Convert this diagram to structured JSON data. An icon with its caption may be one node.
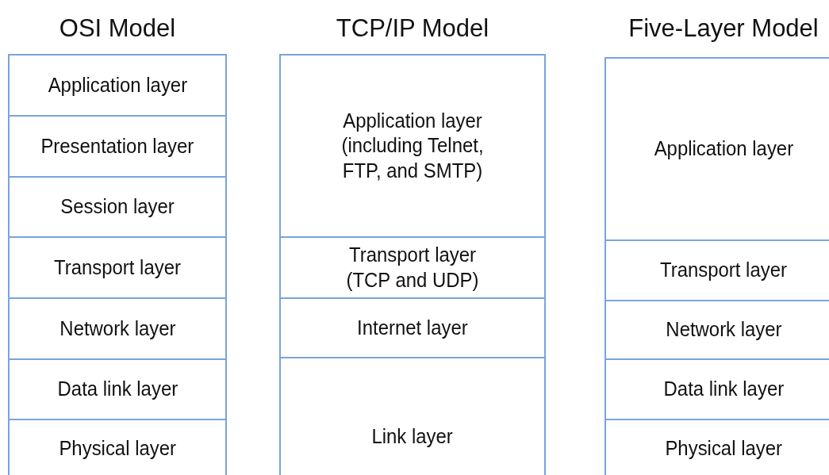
{
  "diagram": {
    "nodes": [
      {
        "text": [
          "OSI Model"
        ]
      },
      {
        "text": [
          "Application layer"
        ],
        "in": 0
      },
      {
        "text": [
          "Presentation layer"
        ],
        "in": 0
      },
      {
        "text": [
          "Session layer"
        ],
        "in": 0
      },
      {
        "text": [
          "Transport layer"
        ],
        "in": 0
      },
      {
        "text": [
          "Network layer"
        ],
        "in": 0
      },
      {
        "text": [
          "Data link layer"
        ],
        "in": 0
      },
      {
        "text": [
          "Physical layer"
        ],
        "in": 0
      },
      {
        "text": [
          "TCP/IP Model"
        ]
      },
      {
        "text": [
          "Application layer (including Telnet, FTP, and SMTP)"
        ],
        "in": 8
      },
      {
        "text": [
          "Transport layer (TCP and UDP)"
        ],
        "in": 8
      },
      {
        "text": [
          "Internet layer"
        ],
        "in": 8
      },
      {
        "text": [
          "Link layer"
        ],
        "in": 8
      },
      {
        "text": [
          "Five-Layer Model"
        ]
      },
      {
        "text": [
          "Application layer"
        ],
        "in": 13
      },
      {
        "text": [
          "Transport layer"
        ],
        "in": 13
      },
      {
        "text": [
          "Network layer"
        ],
        "in": 13
      },
      {
        "text": [
          "Data link layer"
        ],
        "in": 13
      },
      {
        "text": [
          "Physical layer"
        ],
        "in": 13
      }
    ],
    "edges": []
  }
}
